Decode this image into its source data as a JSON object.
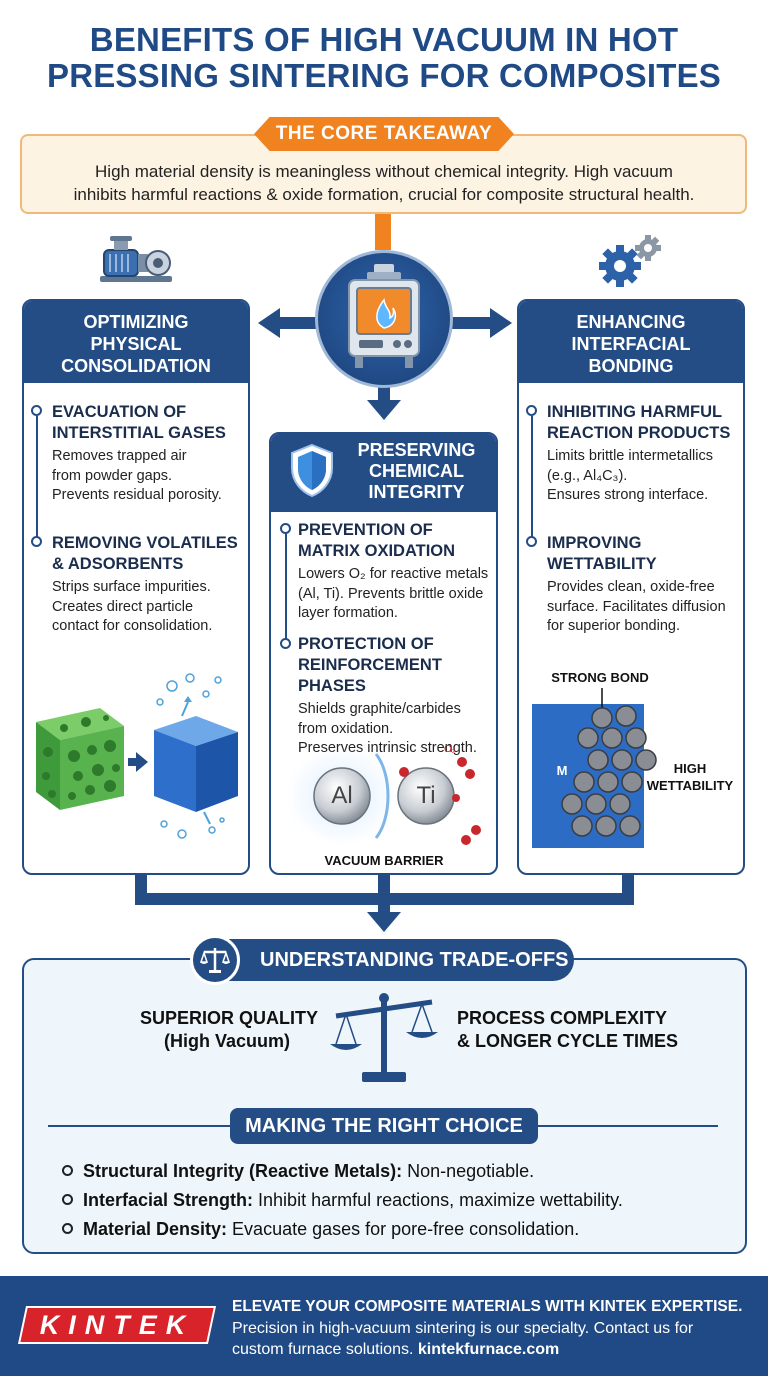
{
  "title": {
    "line1": "BENEFITS OF HIGH VACUUM IN HOT",
    "line2": "PRESSING SINTERING FOR COMPOSITES"
  },
  "takeaway": {
    "tag": "THE CORE TAKEAWAY",
    "line1": "High material density is meaningless without chemical integrity. High vacuum",
    "line2": "inhibits harmful reactions & oxide formation, crucial for composite structural health."
  },
  "left_panel": {
    "title": [
      "OPTIMIZING",
      "PHYSICAL",
      "CONSOLIDATION"
    ],
    "items": [
      {
        "heading": [
          "EVACUATION OF",
          "INTERSTITIAL GASES"
        ],
        "desc": [
          "Removes trapped air",
          "from powder gaps.",
          "Prevents residual porosity."
        ]
      },
      {
        "heading": [
          "REMOVING VOLATILES",
          "& ADSORBENTS"
        ],
        "desc": [
          "Strips surface impurities.",
          "Creates direct particle",
          "contact for consolidation."
        ]
      }
    ]
  },
  "middle_panel": {
    "title": [
      "PRESERVING",
      "CHEMICAL",
      "INTEGRITY"
    ],
    "items": [
      {
        "heading": [
          "PREVENTION OF",
          "MATRIX OXIDATION"
        ],
        "desc": [
          "Lowers O₂ for reactive metals",
          "(Al, Ti). Prevents brittle oxide",
          "layer formation."
        ]
      },
      {
        "heading": [
          "PROTECTION OF",
          "REINFORCEMENT PHASES"
        ],
        "desc": [
          "Shields graphite/carbides",
          "from oxidation.",
          "Preserves intrinsic strength."
        ]
      }
    ],
    "illustration": {
      "metal1": "Al",
      "metal2": "Ti",
      "oxygen": "O₂",
      "caption": "VACUUM BARRIER"
    }
  },
  "right_panel": {
    "title": [
      "ENHANCING",
      "INTERFACIAL",
      "BONDING"
    ],
    "items": [
      {
        "heading": [
          "INHIBITING HARMFUL",
          "REACTION PRODUCTS"
        ],
        "desc": [
          "Limits brittle intermetallics",
          "(e.g., Al₄C₃).",
          "Ensures strong interface."
        ]
      },
      {
        "heading": [
          "IMPROVING",
          "WETTABILITY"
        ],
        "desc": [
          "Provides clean, oxide-free",
          "surface. Facilitates diffusion",
          "for superior bonding."
        ]
      }
    ],
    "illustration": {
      "top_label": "STRONG BOND",
      "matrix_label": "M",
      "side_label": [
        "HIGH",
        "WETTABILITY"
      ]
    }
  },
  "tradeoffs": {
    "title": "UNDERSTANDING TRADE-OFFS",
    "left": [
      "SUPERIOR QUALITY",
      "(High Vacuum)"
    ],
    "right": [
      "PROCESS COMPLEXITY",
      "& LONGER CYCLE TIMES"
    ]
  },
  "choice": {
    "title": "MAKING THE RIGHT CHOICE",
    "rows": [
      {
        "bold": "Structural Integrity (Reactive Metals):",
        "text": " Non-negotiable."
      },
      {
        "bold": "Interfacial Strength:",
        "text": " Inhibit harmful reactions, maximize wettability."
      },
      {
        "bold": "Material Density:",
        "text": " Evacuate gases for pore-free consolidation."
      }
    ]
  },
  "footer": {
    "logo": "KINTEK",
    "heading": "ELEVATE YOUR COMPOSITE MATERIALS WITH KINTEK EXPERTISE.",
    "line1": "Precision in high-vacuum sintering is our specialty. Contact us for",
    "line2_prefix": "custom furnace solutions. ",
    "line2_link": "kintekfurnace.com"
  },
  "icons": [
    "vacuum-pump-icon",
    "gears-icon",
    "furnace-icon",
    "shield-icon",
    "balance-scale-icon"
  ],
  "colors": {
    "navy": "#244d86",
    "orange": "#f0821f",
    "footer": "#1f4a85",
    "logo_red": "#d8232a"
  }
}
